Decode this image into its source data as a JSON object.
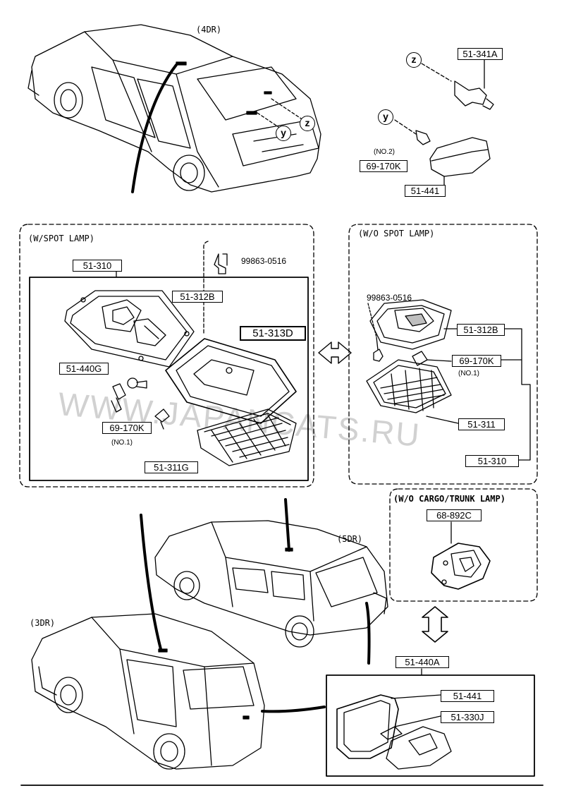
{
  "variants": {
    "sedan_4dr": "(4DR)",
    "hatch_5dr": "(5DR)",
    "hatch_3dr": "(3DR)"
  },
  "sections": {
    "with_spot": "(W/SPOT LAMP)",
    "without_spot": "(W/O SPOT LAMP)",
    "without_cargo": "(W/O CARGO/TRUNK LAMP)"
  },
  "callouts": {
    "z": "z",
    "y": "y"
  },
  "parts": {
    "p51_341A": "51-341A",
    "p69_170K_a": "69-170K",
    "no2": "(NO.2)",
    "p51_441_a": "51-441",
    "p51_310_a": "51-310",
    "screw_a": "99863-0516",
    "p51_312B_a": "51-312B",
    "p51_313D": "51-313D",
    "p51_440G": "51-440G",
    "p69_170K_b": "69-170K",
    "no1_a": "(NO.1)",
    "p51_311G": "51-311G",
    "screw_b": "99863-0516",
    "p51_312B_b": "51-312B",
    "p69_170K_c": "69-170K",
    "no1_b": "(NO.1)",
    "p51_311": "51-311",
    "p51_310_b": "51-310",
    "p68_892C": "68-892C",
    "p51_440A": "51-440A",
    "p51_441_b": "51-441",
    "p51_330J": "51-330J"
  },
  "watermark": "WWW.JAPANCATS.RU"
}
